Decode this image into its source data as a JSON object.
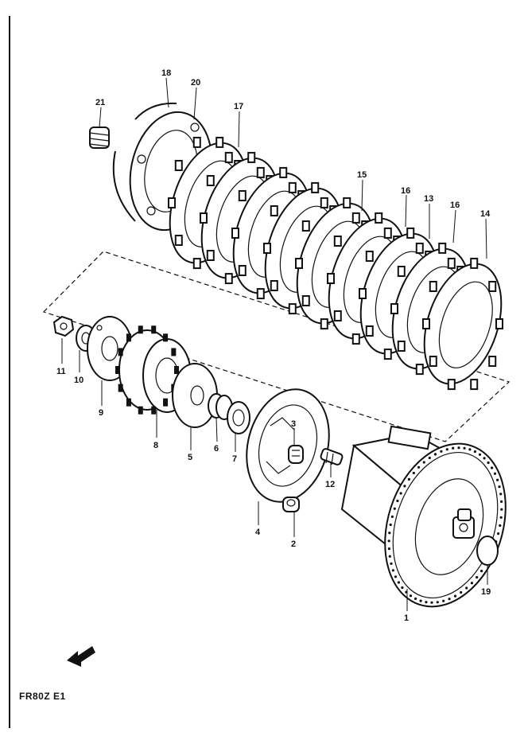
{
  "diagram": {
    "code": "FR80Z E1",
    "labels": [
      "1",
      "2",
      "3",
      "4",
      "5",
      "6",
      "7",
      "8",
      "9",
      "10",
      "11",
      "12",
      "13",
      "14",
      "15",
      "16",
      "16",
      "17",
      "18",
      "19",
      "20",
      "21"
    ]
  },
  "colors": {
    "ink": "#111111",
    "paper": "#ffffff"
  },
  "icons": {
    "direction": "front-arrow-icon"
  }
}
